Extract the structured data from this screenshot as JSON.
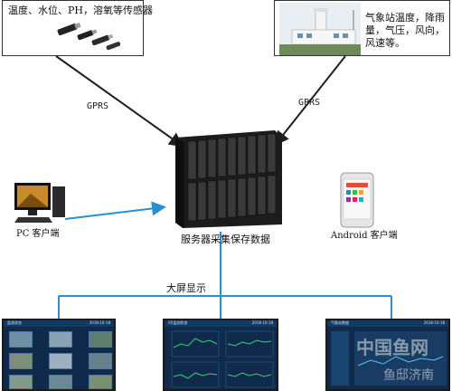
{
  "sensors_box": {
    "caption": "温度、水位、PH，溶氧等传感器"
  },
  "weather_box": {
    "caption": "气象站温度，降雨量，气压，风向，风速等。"
  },
  "links": {
    "left_gprs": "GPRS",
    "right_gprs": "GPRS",
    "big_screen": "大屏显示"
  },
  "server": {
    "caption": "服务器采集保存数据"
  },
  "pc_client": {
    "caption": "PC 客户端"
  },
  "android_client": {
    "caption": "Android 客户端"
  },
  "screens": [
    {
      "title": "监测状态",
      "time": "2018-10-18"
    },
    {
      "title": "XX监测状态",
      "time": "2018-10-18"
    },
    {
      "title": "气象站数据",
      "time": "2018-10-18"
    }
  ],
  "watermark": {
    "text": "中国鱼网",
    "sub": "鱼邸济南"
  },
  "colors": {
    "arrow": "#1f1f1f",
    "link_blue": "#2a8fd1",
    "screen_bg": "#0f2a4a"
  }
}
